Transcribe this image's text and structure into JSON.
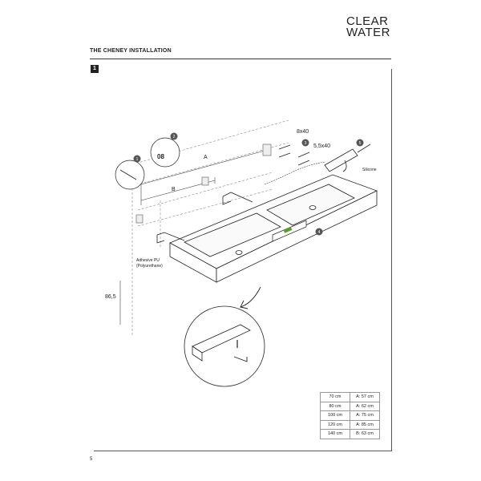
{
  "brand": {
    "line1": "CLEAR",
    "line2": "WATER"
  },
  "heading": "THE CHENEY INSTALLATION",
  "step_number": "1",
  "page_number": "5",
  "labels": {
    "dim_a": "A",
    "dim_b": "B",
    "height": "86,5",
    "screw_1": "8x40",
    "screw_2": "5,5x40",
    "silicone": "Silicone",
    "adhesive_line1": "Adhesive PU",
    "adhesive_line2": "(Polyurethane)",
    "drill_size": "08"
  },
  "callouts": [
    "1",
    "2",
    "3",
    "4",
    "5"
  ],
  "size_table": [
    {
      "width": "70 cm",
      "dim": "A: 57 cm"
    },
    {
      "width": "80 cm",
      "dim": "A: 62 cm"
    },
    {
      "width": "100 cm",
      "dim": "A: 75 cm"
    },
    {
      "width": "120 cm",
      "dim": "A: 85 cm"
    },
    {
      "width": "140 cm",
      "dim": "B: 63 cm"
    }
  ],
  "colors": {
    "ink": "#222222",
    "level_green": "#5aa02c",
    "dashed": "#888888"
  }
}
